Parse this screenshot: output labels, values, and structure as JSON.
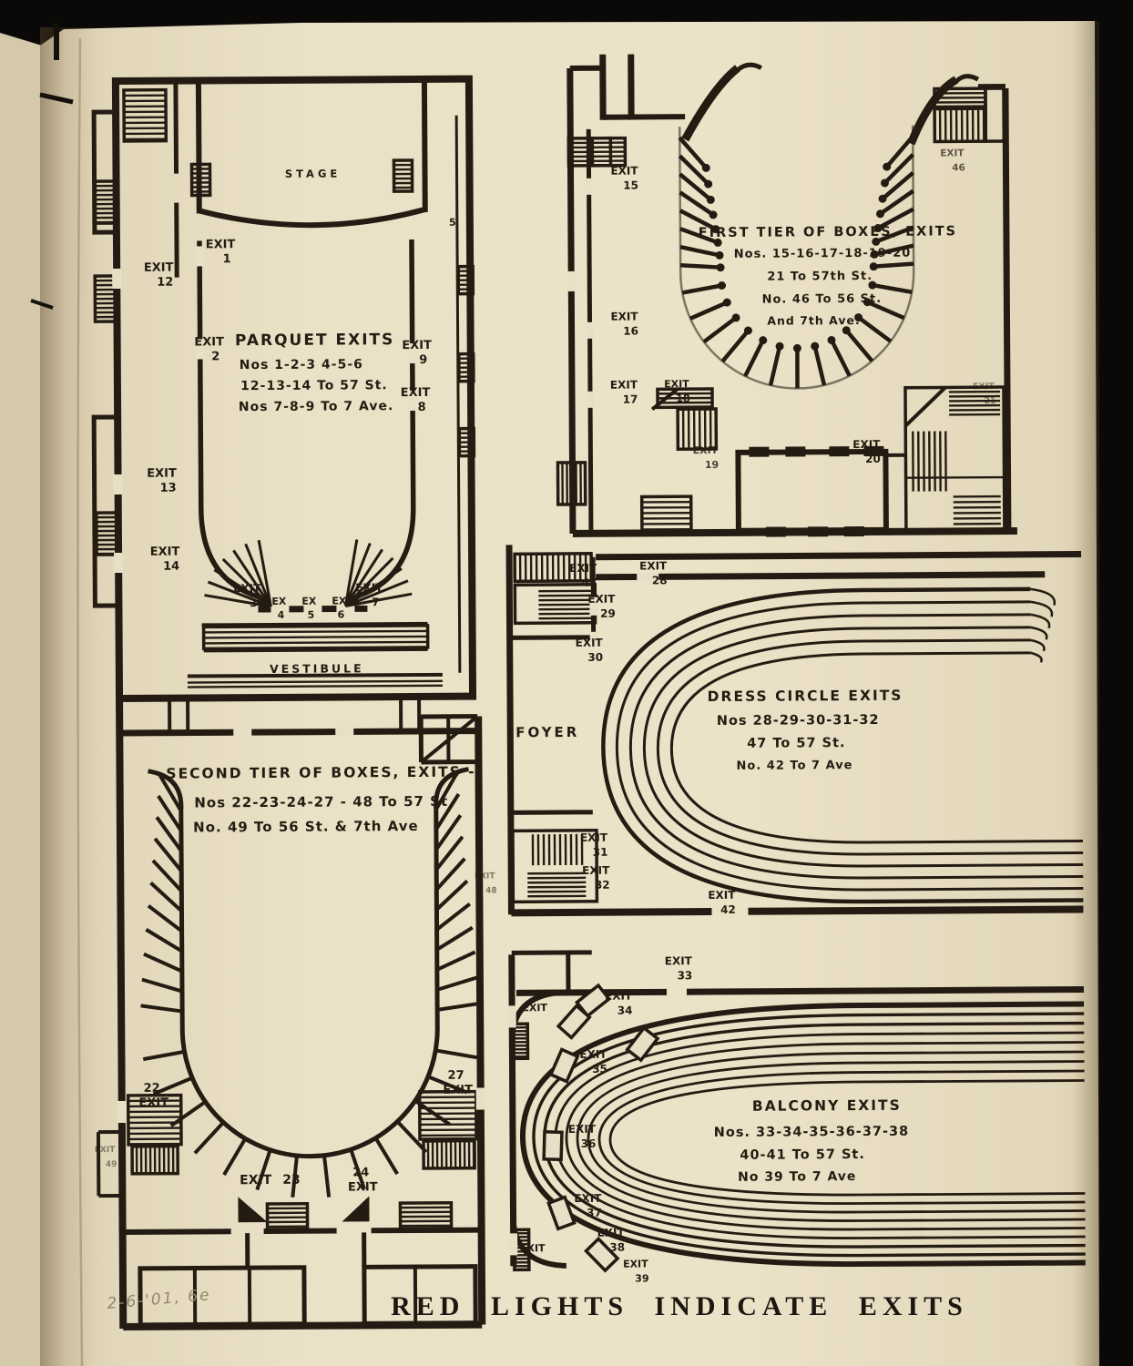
{
  "document": {
    "caption": "RED LIGHTS INDICATE EXITS",
    "pencil_note": "2-6-'01, 6e",
    "colors": {
      "paper": "#e9dfc4",
      "ink": "#241c12",
      "backdrop": "#0b0907"
    }
  },
  "labels": {
    "exit": "EXIT",
    "ex": "EX"
  },
  "parquet": {
    "stage": "STAGE",
    "vestibule": "VESTIBULE",
    "door_number": "5",
    "title": "PARQUET EXITS",
    "line1": "Nos 1-2-3 4-5-6",
    "line2": "12-13-14 To 57 St.",
    "line3": "Nos 7-8-9 To 7 Ave.",
    "exits": {
      "n1": "1",
      "n2": "2",
      "n3": "3",
      "n4": "4",
      "n5": "5",
      "n6": "6",
      "n7": "7",
      "n8": "8",
      "n9": "9",
      "n12": "12",
      "n13": "13",
      "n14": "14"
    }
  },
  "first_tier": {
    "title": "FIRST TIER OF BOXES, EXITS",
    "line1": "Nos. 15-16-17-18-19-20",
    "line2": "21 To 57th St.",
    "line3": "No. 46 To 56 St.",
    "line4": "And 7th Ave.",
    "exits": {
      "n15": "15",
      "n16": "16",
      "n17": "17",
      "n18": "18",
      "n19": "19",
      "n20": "20",
      "n21": "21",
      "n46": "46"
    }
  },
  "dress_circle": {
    "foyer": "FOYER",
    "title": "DRESS CIRCLE EXITS",
    "line1": "Nos 28-29-30-31-32",
    "line2": "47 To 57 St.",
    "line3": "No. 42 To 7 Ave",
    "exits": {
      "n28": "28",
      "n29": "29",
      "n30": "30",
      "n31": "31",
      "n32": "32",
      "n42": "42",
      "n47": "47"
    }
  },
  "second_tier": {
    "title": "SECOND TIER OF BOXES, EXITS -",
    "line1": "Nos 22-23-24-27 - 48 To 57 St",
    "line2": "No. 49 To 56 St. & 7th Ave",
    "exits": {
      "n22": "22",
      "n23": "23",
      "n24": "24",
      "n27": "27",
      "n48": "48",
      "n49": "49"
    }
  },
  "balcony": {
    "title": "BALCONY EXITS",
    "line1": "Nos. 33-34-35-36-37-38",
    "line2": "40-41 To 57 St.",
    "line3": "No 39 To 7 Ave",
    "exits": {
      "n33": "33",
      "n34": "34",
      "n35": "35",
      "n36": "36",
      "n37": "37",
      "n38": "38",
      "n39": "39"
    }
  }
}
